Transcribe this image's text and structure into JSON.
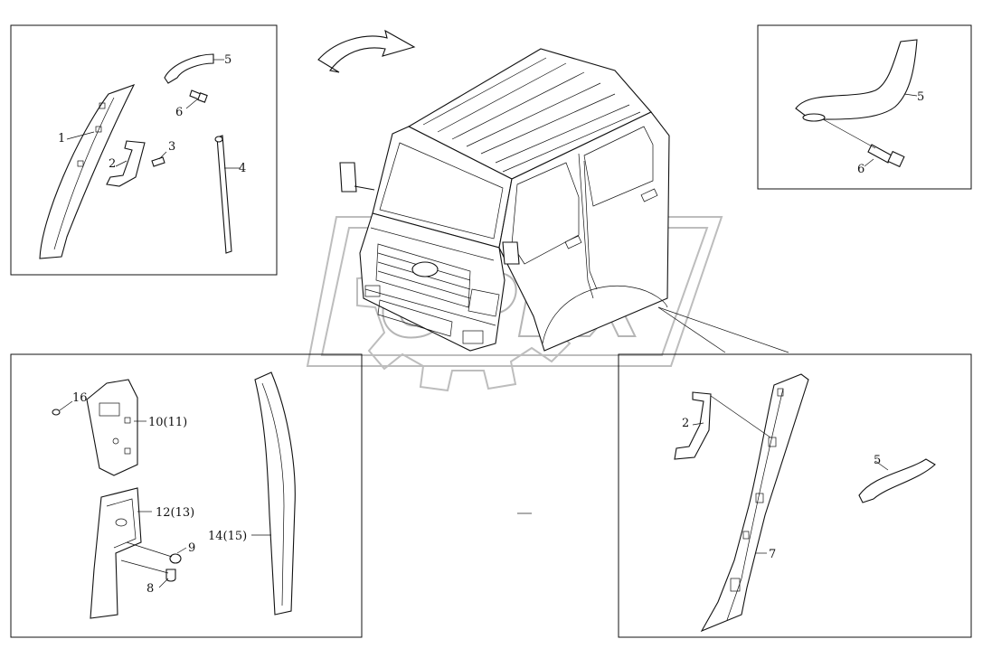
{
  "watermark": {
    "text": "OPEX"
  },
  "callouts": {
    "top_left": {
      "n1": "1",
      "n2": "2",
      "n3": "3",
      "n4": "4",
      "n5": "5",
      "n6": "6"
    },
    "top_right": {
      "n5": "5",
      "n6": "6"
    },
    "bottom_left": {
      "n16": "16",
      "n10": "10(11)",
      "n12": "12(13)",
      "n9": "9",
      "n8": "8",
      "n14": "14(15)"
    },
    "bottom_right": {
      "n2": "2",
      "n5": "5",
      "n7": "7"
    }
  }
}
